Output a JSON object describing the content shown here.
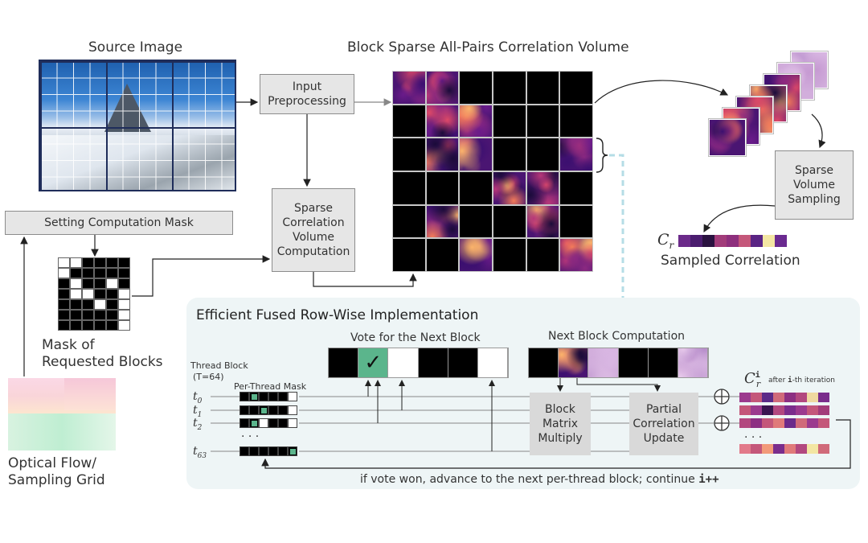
{
  "labels": {
    "source_image": "Source Image",
    "volume_title": "Block Sparse All-Pairs Correlation Volume",
    "input_preprocessing": "Input\nPreprocessing",
    "setting_mask": "Setting Computation Mask",
    "sparse_corr": "Sparse\nCorrelation\nVolume\nComputation",
    "mask_caption": "Mask of\nRequested Blocks",
    "optical_flow": "Optical Flow/\nSampling Grid",
    "sparse_sampling": "Sparse\nVolume\nSampling",
    "sampled_corr": "Sampled Correlation",
    "cr_symbol": "C",
    "cr_sub": "r",
    "panel_title": "Efficient Fused Row-Wise Implementation",
    "vote_title": "Vote for the Next Block",
    "next_block_title": "Next Block Computation",
    "thread_block": "Thread Block",
    "thread_count": "(T=64)",
    "per_thread_mask": "Per-Thread Mask",
    "t0": "t",
    "t0_sub": "0",
    "t1_sub": "1",
    "t2_sub": "2",
    "t63_sub": "63",
    "ellipsis": "· · ·",
    "bmm": "Block\nMatrix\nMultiply",
    "partial_update": "Partial\nCorrelation\nUpdate",
    "cri_sup": "i",
    "after_iter_pre": "after ",
    "after_iter_i": "i",
    "after_iter_post": "-th iteration",
    "loop_text_pre": "if vote won, advance to the next per-thread block; continue ",
    "loop_text_code": "i++",
    "checkmark": "✓"
  },
  "colors": {
    "box_fill": "#e6e6e6",
    "box_border": "#8c8c8c",
    "panel_bg": "#eef5f6",
    "accent_green": "#5bb58c",
    "dashed_blue": "#b5dde6",
    "block_black": "#000000"
  },
  "matrix_pattern": [
    [
      1,
      1,
      0,
      0,
      0,
      0
    ],
    [
      0,
      1,
      1,
      0,
      0,
      0
    ],
    [
      0,
      1,
      1,
      0,
      0,
      1
    ],
    [
      0,
      0,
      0,
      1,
      1,
      0
    ],
    [
      0,
      1,
      0,
      0,
      1,
      0
    ],
    [
      0,
      0,
      1,
      0,
      0,
      1
    ]
  ],
  "mask_pattern": [
    [
      0,
      0,
      1,
      1,
      1,
      1
    ],
    [
      0,
      1,
      1,
      1,
      1,
      1
    ],
    [
      1,
      0,
      1,
      1,
      0,
      1
    ],
    [
      1,
      0,
      0,
      1,
      1,
      0
    ],
    [
      1,
      1,
      1,
      0,
      1,
      0
    ],
    [
      1,
      1,
      1,
      1,
      1,
      0
    ],
    [
      1,
      1,
      1,
      1,
      1,
      0
    ]
  ],
  "vote_cells": [
    "black",
    "green",
    "white",
    "black",
    "black",
    "white"
  ],
  "next_cells": [
    "black",
    "heat",
    "light",
    "black",
    "black",
    "light"
  ],
  "thread_masks": [
    [
      "b",
      "g",
      "b",
      "b",
      "b",
      "w"
    ],
    [
      "b",
      "b",
      "g",
      "b",
      "b",
      "w"
    ],
    [
      "b",
      "g",
      "w",
      "b",
      "b",
      "w"
    ],
    [
      "b",
      "b",
      "b",
      "b",
      "b",
      "g"
    ]
  ],
  "sampled_colors": [
    "#6b2a8a",
    "#4b1d6f",
    "#2a1240",
    "#a23c7a",
    "#8e2f7d",
    "#c4577a",
    "#5a2484",
    "#f3e6a3",
    "#6a2a90"
  ],
  "cri_rows": [
    [
      "#9b3a8e",
      "#c4577a",
      "#5b2a88",
      "#d06a7a",
      "#8c2f82",
      "#b2487f",
      "#f0d9a0",
      "#7a2d8c"
    ],
    [
      "#c4577a",
      "#9b3a8e",
      "#3a1550",
      "#b2487f",
      "#7a2d8c",
      "#9b3a8e",
      "#c4577a",
      "#a23c7a"
    ],
    [
      "#b2487f",
      "#8c2f82",
      "#c4577a",
      "#e07a7a",
      "#6b2a8a",
      "#d06a7a",
      "#9b3a8e",
      "#c4577a"
    ],
    [
      "#e27a8a",
      "#c4577a",
      "#f29a7a",
      "#7a2d8c",
      "#e07a7a",
      "#b2487f",
      "#f3e6a3",
      "#d06a7a"
    ]
  ]
}
